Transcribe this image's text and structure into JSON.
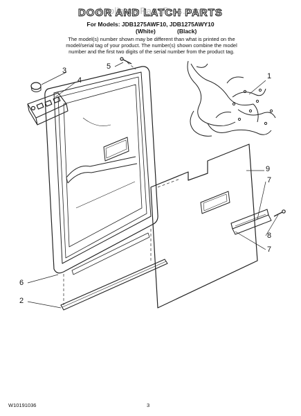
{
  "header": {
    "watermark": "AppliancePartsPros.com",
    "title": "DOOR AND LATCH PARTS",
    "models_line": "For Models: JDB1275AWF10, JDB1275AWY10",
    "color_white": "(White)",
    "color_black": "(Black)",
    "note": "The model(s) number shown may be different than what is printed on the model/serial tag of your product. The number(s) shown combine the model number and the first two digits of the serial number from the product tag."
  },
  "callouts": {
    "c1": "1",
    "c2": "2",
    "c3": "3",
    "c4": "4",
    "c5": "5",
    "c6": "6",
    "c7a": "7",
    "c7b": "7",
    "c8": "8",
    "c9": "9"
  },
  "footer": {
    "doc_number": "W10191036",
    "page_number": "3"
  }
}
